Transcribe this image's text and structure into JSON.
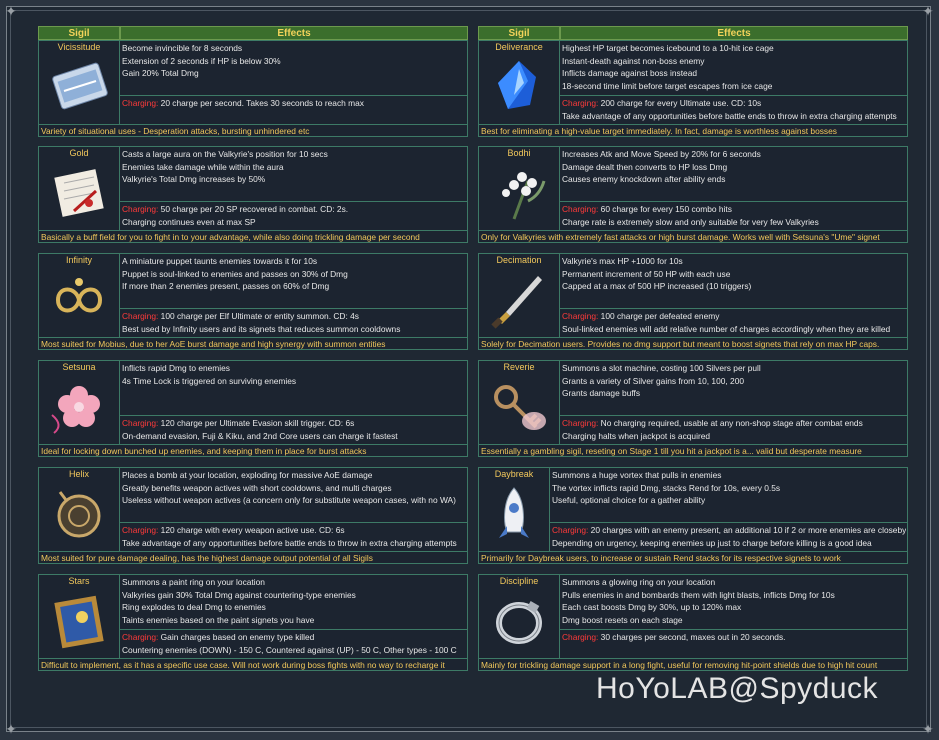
{
  "watermark": "HoYoLAB@Spyduck",
  "headers": {
    "sigil": "Sigil",
    "effects": "Effects"
  },
  "charging_label": "Charging:",
  "left": [
    {
      "name": "Vicissitude",
      "icon": "ticket-icon",
      "top_lines": [
        "Become invincible for 8 seconds",
        "Extension of 2 seconds if HP is below 30%",
        "Gain 20% Total Dmg"
      ],
      "charging": " 20 charge per second. Takes 30 seconds to reach max",
      "bottom_lines": [],
      "footer": "Variety of situational uses - Desperation attacks, bursting unhindered etc"
    },
    {
      "name": "Gold",
      "icon": "letter-icon",
      "top_lines": [
        "Casts a large aura on the Valkyrie's position for 10 secs",
        "Enemies take damage while within the aura",
        "Valkyrie's Total Dmg increases by 50%"
      ],
      "charging": " 50 charge per 20 SP recovered in combat. CD: 2s.",
      "bottom_lines": [
        "Charging continues even at max SP"
      ],
      "footer": "Basically a buff field for you to fight in to your advantage, while also doing trickling damage per second"
    },
    {
      "name": "Infinity",
      "icon": "infinity-ring-icon",
      "top_lines": [
        "A miniature puppet taunts enemies towards it for 10s",
        "Puppet is soul-linked to enemies and passes on 30% of Dmg",
        "If more than 2 enemies present, passes on 60% of Dmg"
      ],
      "charging": " 100 charge per Elf Ultimate or entity summon. CD: 4s",
      "bottom_lines": [
        "Best used by Infinity users and its signets that reduces summon cooldowns"
      ],
      "footer": "Most suited for Mobius, due to her AoE burst damage and high synergy with summon entities"
    },
    {
      "name": "Setsuna",
      "icon": "sakura-icon",
      "top_lines": [
        "Inflicts rapid Dmg to enemies",
        "4s Time Lock is triggered on surviving enemies"
      ],
      "charging": " 120 charge per Ultimate Evasion skill trigger. CD: 6s",
      "bottom_lines": [
        "On-demand evasion, Fuji & Kiku, and 2nd Core users can charge it fastest"
      ],
      "footer": "Ideal for locking down bunched up enemies, and keeping them in place for burst attacks"
    },
    {
      "name": "Helix",
      "icon": "bomb-icon",
      "top_lines": [
        "Places a bomb at your location, exploding for massive AoE damage",
        "Greatly benefits weapon actives with short cooldowns, and multi charges",
        "Useless without weapon actives (a concern only for substitute weapon cases, with no WA)"
      ],
      "charging": " 120 charge with every weapon active use. CD: 6s",
      "bottom_lines": [
        "Take advantage of any opportunities before battle ends to throw in extra charging attempts"
      ],
      "footer": "Most suited for pure damage dealing, has the highest damage output potential of all Sigils"
    },
    {
      "name": "Stars",
      "icon": "painting-icon",
      "top_lines": [
        "Summons a paint ring on your location",
        "Valkyries gain 30% Total Dmg against countering-type enemies",
        "Ring explodes to deal Dmg to enemies",
        "Taints enemies based on the paint signets you have"
      ],
      "charging": " Gain charges based on enemy type killed",
      "bottom_lines": [
        "Countering enemies (DOWN) - 150 C, Countered against (UP) - 50 C, Other types - 100 C"
      ],
      "footer": "Difficult to implement, as it has a specific use case. Will not work during boss fights with no way to recharge it"
    }
  ],
  "right": [
    {
      "name": "Deliverance",
      "icon": "crystal-icon",
      "top_lines": [
        "Highest HP target becomes icebound to a 10-hit ice cage",
        "Instant-death against non-boss enemy",
        "Inflicts damage against boss instead",
        "18-second time limit before target escapes from ice cage"
      ],
      "charging": " 200 charge for every Ultimate use. CD: 10s",
      "bottom_lines": [
        "Take advantage of any opportunities before battle ends to throw in extra charging attempts"
      ],
      "footer": "Best for eliminating a high-value target immediately. In fact, damage is worthless against bosses"
    },
    {
      "name": "Bodhi",
      "icon": "flower-bouquet-icon",
      "top_lines": [
        "Increases Atk and Move Speed by 20% for 6 seconds",
        "Damage dealt then converts to HP loss Dmg",
        "Causes enemy knockdown after ability ends"
      ],
      "charging": " 60 charge for every 150 combo hits",
      "bottom_lines": [
        "Charge rate is extremely slow and only suitable for very few Valkyries"
      ],
      "footer": "Only for Valkyries with extremely fast attacks or high burst damage. Works well with Setsuna's \"Ume\" signet"
    },
    {
      "name": "Decimation",
      "icon": "dagger-icon",
      "top_lines": [
        "Valkyrie's max HP +1000 for 10s",
        "Permanent increment of 50 HP with each use",
        "Capped at a max of 500 HP increased (10 triggers)"
      ],
      "charging": " 100 charge per defeated enemy",
      "bottom_lines": [
        "Soul-linked enemies will add relative number of charges accordingly when they are killed"
      ],
      "footer": "Solely for Decimation users. Provides no dmg support but meant to boost signets that rely on max HP caps."
    },
    {
      "name": "Reverie",
      "icon": "key-icon",
      "top_lines": [
        "Summons a slot machine, costing 100 Silvers per pull",
        "Grants a variety of Silver gains from 10, 100, 200",
        "Grants damage buffs"
      ],
      "charging": " No charging required, usable at any non-shop stage after combat ends",
      "bottom_lines": [
        "Charging halts when jackpot is acquired"
      ],
      "footer": "Essentially a gambling sigil, reseting on Stage 1 till you hit a jackpot is a... valid but desperate measure"
    },
    {
      "name": "Daybreak",
      "icon": "rocket-icon",
      "top_lines": [
        "Summons a huge vortex that pulls in enemies",
        "The vortex inflicts rapid Dmg, stacks Rend for 10s, every 0.5s",
        "Useful, optional choice for a gather ability"
      ],
      "charging": " 20 charges with an enemy present, an additional 10 if 2 or more enemies are closeby",
      "bottom_lines": [
        "Depending on urgency, keeping enemies up just to charge before killing is a good idea"
      ],
      "footer": "Primarily for Daybreak users, to increase or sustain Rend stacks for its respective signets to work"
    },
    {
      "name": "Discipline",
      "icon": "ring-icon",
      "top_lines": [
        "Summons a glowing ring on your location",
        "Pulls enemies in and bombards them with light blasts, inflicts Dmg for 10s",
        "Each cast boosts Dmg by 30%, up to 120% max",
        "Dmg boost resets on each stage"
      ],
      "charging": " 30 charges per second, maxes out in 20 seconds.",
      "bottom_lines": [],
      "footer": "Mainly for trickling damage support in a long fight, useful for removing hit-point shields due to high hit count"
    }
  ]
}
